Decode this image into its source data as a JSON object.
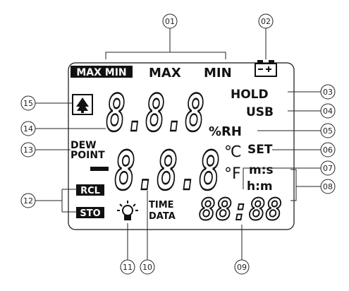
{
  "callouts": [
    "01",
    "02",
    "03",
    "04",
    "05",
    "06",
    "07",
    "08",
    "09",
    "10",
    "11",
    "12",
    "13",
    "14",
    "15"
  ],
  "labels": {
    "max_min_boxed": "MAX MIN",
    "max": "MAX",
    "min": "MIN",
    "hold": "HOLD",
    "usb": "USB",
    "rh": "%RH",
    "dew": "DEW",
    "point": "POINT",
    "set": "SET",
    "celsius": "℃",
    "fahrenheit": "°F",
    "ms": "m:s",
    "hm": "h:m",
    "rcl": "RCL",
    "sto": "STO",
    "time": "TIME",
    "data": "DATA"
  },
  "digits": {
    "top": "8.8.8",
    "mid": "8.8.8",
    "clock": "88:88",
    "minus": "-"
  },
  "icons": [
    "battery-icon",
    "tree-icon",
    "bulb-icon"
  ]
}
